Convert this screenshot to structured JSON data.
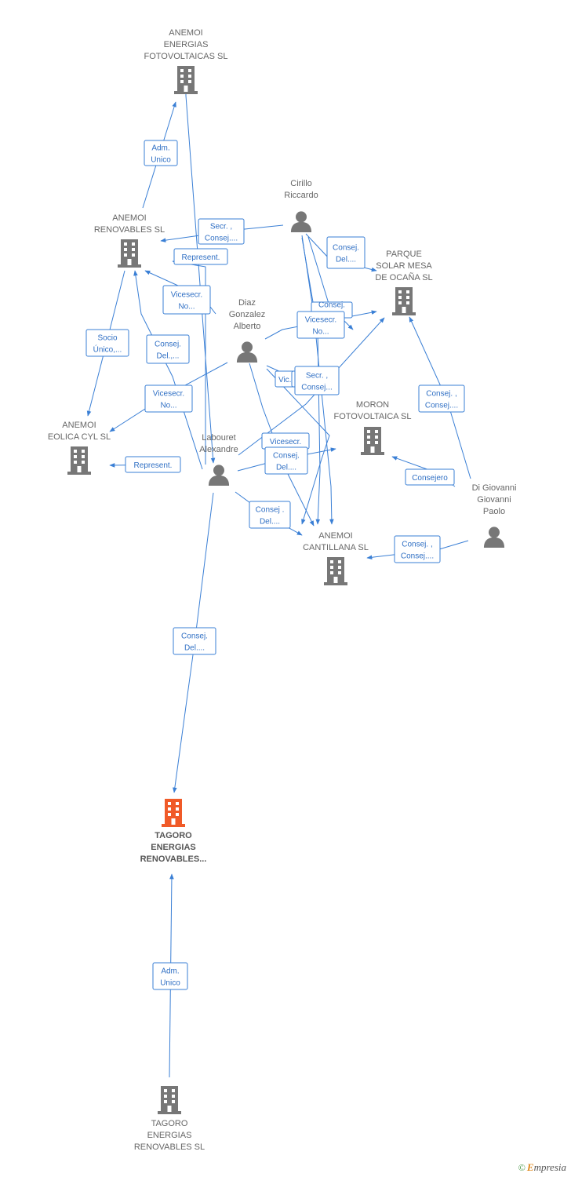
{
  "colors": {
    "edge": "#3a7fd5",
    "node": "#777777",
    "focus": "#f05a28"
  },
  "nodes": [
    {
      "id": "anemoi_foto",
      "kind": "company",
      "lines": [
        "ANEMOI",
        "ENERGIAS",
        "FOTOVOLTAICAS SL"
      ]
    },
    {
      "id": "cirillo",
      "kind": "person",
      "lines": [
        "Cirillo",
        "Riccardo"
      ]
    },
    {
      "id": "anemoi_ren",
      "kind": "company",
      "lines": [
        "ANEMOI",
        "RENOVABLES SL"
      ]
    },
    {
      "id": "parque",
      "kind": "company",
      "lines": [
        "PARQUE",
        "SOLAR MESA",
        "DE OCAÑA SL"
      ]
    },
    {
      "id": "diaz",
      "kind": "person",
      "lines": [
        "Diaz",
        "Gonzalez",
        "Alberto"
      ]
    },
    {
      "id": "moron",
      "kind": "company",
      "lines": [
        "MORON",
        "FOTOVOLTAICA SL"
      ]
    },
    {
      "id": "eolica",
      "kind": "company",
      "lines": [
        "ANEMOI",
        "EOLICA CYL  SL"
      ]
    },
    {
      "id": "labouret",
      "kind": "person",
      "lines": [
        "Labouret",
        "Alexandre"
      ]
    },
    {
      "id": "digiovanni",
      "kind": "person",
      "lines": [
        "Di Giovanni",
        "Giovanni",
        "Paolo"
      ]
    },
    {
      "id": "cantillana",
      "kind": "company",
      "lines": [
        "ANEMOI",
        "CANTILLANA SL"
      ]
    },
    {
      "id": "tagoro_focus",
      "kind": "focus",
      "lines": [
        "TAGORO",
        "ENERGIAS",
        "RENOVABLES..."
      ]
    },
    {
      "id": "tagoro_sl",
      "kind": "company",
      "lines": [
        "TAGORO",
        "ENERGIAS",
        "RENOVABLES SL"
      ]
    }
  ],
  "edges": [
    {
      "id": "e1",
      "lines": [
        "Adm.",
        "Unico"
      ]
    },
    {
      "id": "e2",
      "lines": [
        "Secr. ,",
        "Consej...."
      ]
    },
    {
      "id": "e3",
      "lines": [
        "Represent."
      ]
    },
    {
      "id": "e4",
      "lines": [
        "Consej.",
        "Del...."
      ]
    },
    {
      "id": "e5",
      "lines": [
        "Vicesecr.",
        "No..."
      ]
    },
    {
      "id": "e6",
      "lines": [
        "Consej.",
        "..."
      ]
    },
    {
      "id": "e7",
      "lines": [
        "Vicesecr.",
        "No..."
      ]
    },
    {
      "id": "e8",
      "lines": [
        "Socio",
        "Único,..."
      ]
    },
    {
      "id": "e9",
      "lines": [
        "Consej.",
        "Del.,..."
      ]
    },
    {
      "id": "e10",
      "lines": [
        "Vicesecr.",
        "No..."
      ]
    },
    {
      "id": "e11",
      "lines": [
        "Vic..."
      ]
    },
    {
      "id": "e12",
      "lines": [
        "Consej.",
        "..."
      ]
    },
    {
      "id": "e13",
      "lines": [
        "Secr. ,",
        "Consej..."
      ]
    },
    {
      "id": "e14",
      "lines": [
        "Consej. ,",
        "Consej...."
      ]
    },
    {
      "id": "e15",
      "lines": [
        "Represent."
      ]
    },
    {
      "id": "e16",
      "lines": [
        "Vicesecr."
      ]
    },
    {
      "id": "e17",
      "lines": [
        "Consej.",
        "Del...."
      ]
    },
    {
      "id": "e18",
      "lines": [
        "Consejero"
      ]
    },
    {
      "id": "e19",
      "lines": [
        "Consej .",
        "Del...."
      ]
    },
    {
      "id": "e20",
      "lines": [
        "Consej. ,",
        "Consej...."
      ]
    },
    {
      "id": "e21",
      "lines": [
        "Consej.",
        "Del...."
      ]
    },
    {
      "id": "e22",
      "lines": [
        "Adm.",
        "Unico"
      ]
    }
  ],
  "footer": {
    "copyright": "©",
    "brand_initial": "E",
    "brand_rest": "mpresia"
  }
}
